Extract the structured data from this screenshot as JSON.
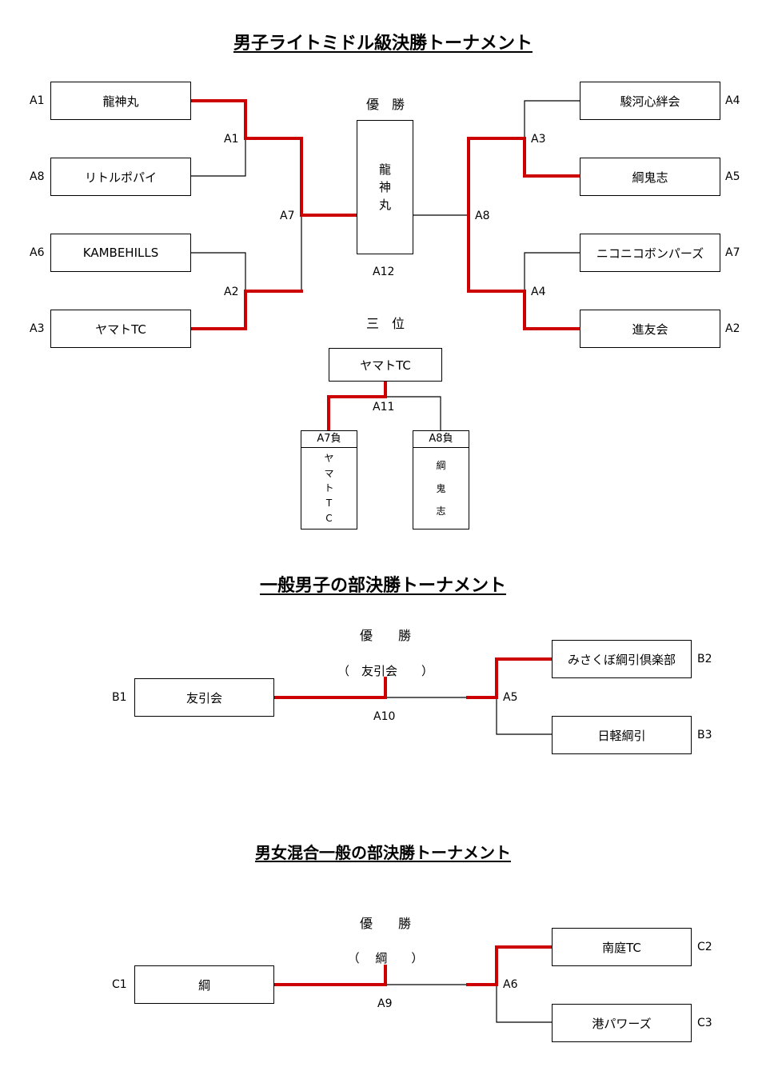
{
  "colors": {
    "winner_line": "#cc0000",
    "line": "#000000"
  },
  "section1": {
    "title": "男子ライトミドル級決勝トーナメント",
    "champion_label": "優　勝",
    "champion": [
      "龍",
      "神",
      "丸"
    ],
    "final_match": "A12",
    "left_teams": [
      {
        "seed": "A1",
        "name": "龍神丸"
      },
      {
        "seed": "A8",
        "name": "リトルポパイ"
      },
      {
        "seed": "A6",
        "name": "KAMBEHILLS"
      },
      {
        "seed": "A3",
        "name": "ヤマトTC"
      }
    ],
    "right_teams": [
      {
        "seed": "A4",
        "name": "駿河心絆会"
      },
      {
        "seed": "A5",
        "name": "綱鬼志"
      },
      {
        "seed": "A7",
        "name": "ニコニコボンパーズ"
      },
      {
        "seed": "A2",
        "name": "進友会"
      }
    ],
    "matches": {
      "m1": "A1",
      "m2": "A2",
      "m7": "A7",
      "m3": "A3",
      "m4": "A4",
      "m8": "A8"
    },
    "third_label": "三　位",
    "third_winner": "ヤマトTC",
    "third_match": "A11",
    "third_left": {
      "header": "A7負",
      "name": [
        "ヤ",
        "マ",
        "ト",
        "T",
        "C"
      ]
    },
    "third_right": {
      "header": "A8負",
      "name": [
        "綱",
        "鬼",
        "志"
      ]
    }
  },
  "section2": {
    "title": "一般男子の部決勝トーナメント",
    "champion_label": "優　　勝",
    "champion_line": "（　友引会　　）",
    "final_match": "A10",
    "semi_match": "A5",
    "left": {
      "seed": "B1",
      "name": "友引会"
    },
    "right_top": {
      "seed": "B2",
      "name": "みさくぼ綱引倶楽部"
    },
    "right_bottom": {
      "seed": "B3",
      "name": "日軽綱引"
    }
  },
  "section3": {
    "title": "男女混合一般の部決勝トーナメント",
    "champion_label": "優　　勝",
    "champion_line": "（　 綱　　）",
    "final_match": "A9",
    "semi_match": "A6",
    "left": {
      "seed": "C1",
      "name": "綱"
    },
    "right_top": {
      "seed": "C2",
      "name": "南庭TC"
    },
    "right_bottom": {
      "seed": "C3",
      "name": "港パワーズ"
    }
  }
}
